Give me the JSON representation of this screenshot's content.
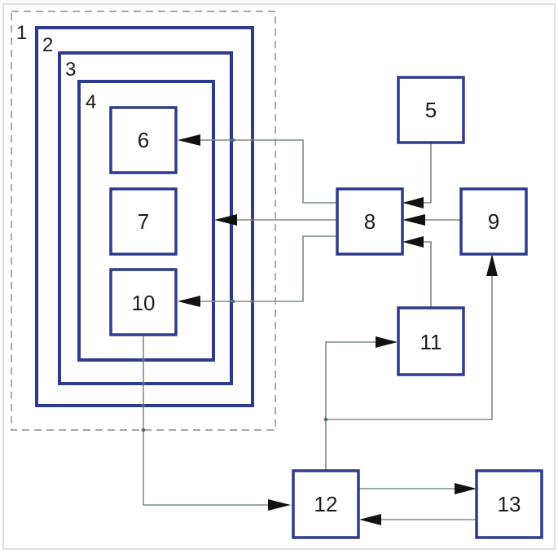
{
  "diagram": {
    "level_labels": [
      "1",
      "2",
      "3",
      "4"
    ],
    "blocks": {
      "b5": "5",
      "b6": "6",
      "b7": "7",
      "b8": "8",
      "b9": "9",
      "b10": "10",
      "b11": "11",
      "b12": "12",
      "b13": "13"
    }
  },
  "colors": {
    "block_border": "#2e3a8c",
    "connector": "#7e8c8c",
    "arrowhead": "#111111",
    "dashed_region": "#8a8a8a"
  }
}
